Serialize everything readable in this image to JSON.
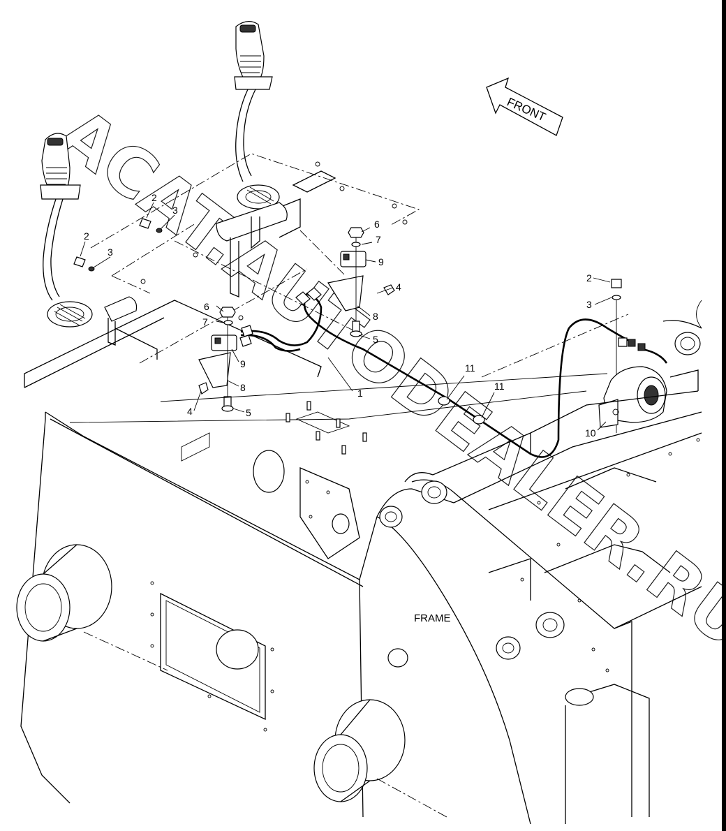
{
  "diagram": {
    "front_label": "FRONT",
    "frame_label": "FRAME",
    "watermark": "ACAT.AUTODEALER.RU",
    "callouts": [
      {
        "id": "c2a",
        "text": "2"
      },
      {
        "id": "c3a",
        "text": "3"
      },
      {
        "id": "c2b",
        "text": "2"
      },
      {
        "id": "c3b",
        "text": "3"
      },
      {
        "id": "c6a",
        "text": "6"
      },
      {
        "id": "c7a",
        "text": "7"
      },
      {
        "id": "c9a",
        "text": "9"
      },
      {
        "id": "c4a",
        "text": "4"
      },
      {
        "id": "c8a",
        "text": "8"
      },
      {
        "id": "c5a",
        "text": "5"
      },
      {
        "id": "c6b",
        "text": "6"
      },
      {
        "id": "c7b",
        "text": "7"
      },
      {
        "id": "c9b",
        "text": "9"
      },
      {
        "id": "c8b",
        "text": "8"
      },
      {
        "id": "c4b",
        "text": "4"
      },
      {
        "id": "c5b",
        "text": "5"
      },
      {
        "id": "c1",
        "text": "1"
      },
      {
        "id": "c11a",
        "text": "11"
      },
      {
        "id": "c11b",
        "text": "11"
      },
      {
        "id": "c2c",
        "text": "2"
      },
      {
        "id": "c3c",
        "text": "3"
      },
      {
        "id": "c10",
        "text": "10"
      }
    ]
  }
}
